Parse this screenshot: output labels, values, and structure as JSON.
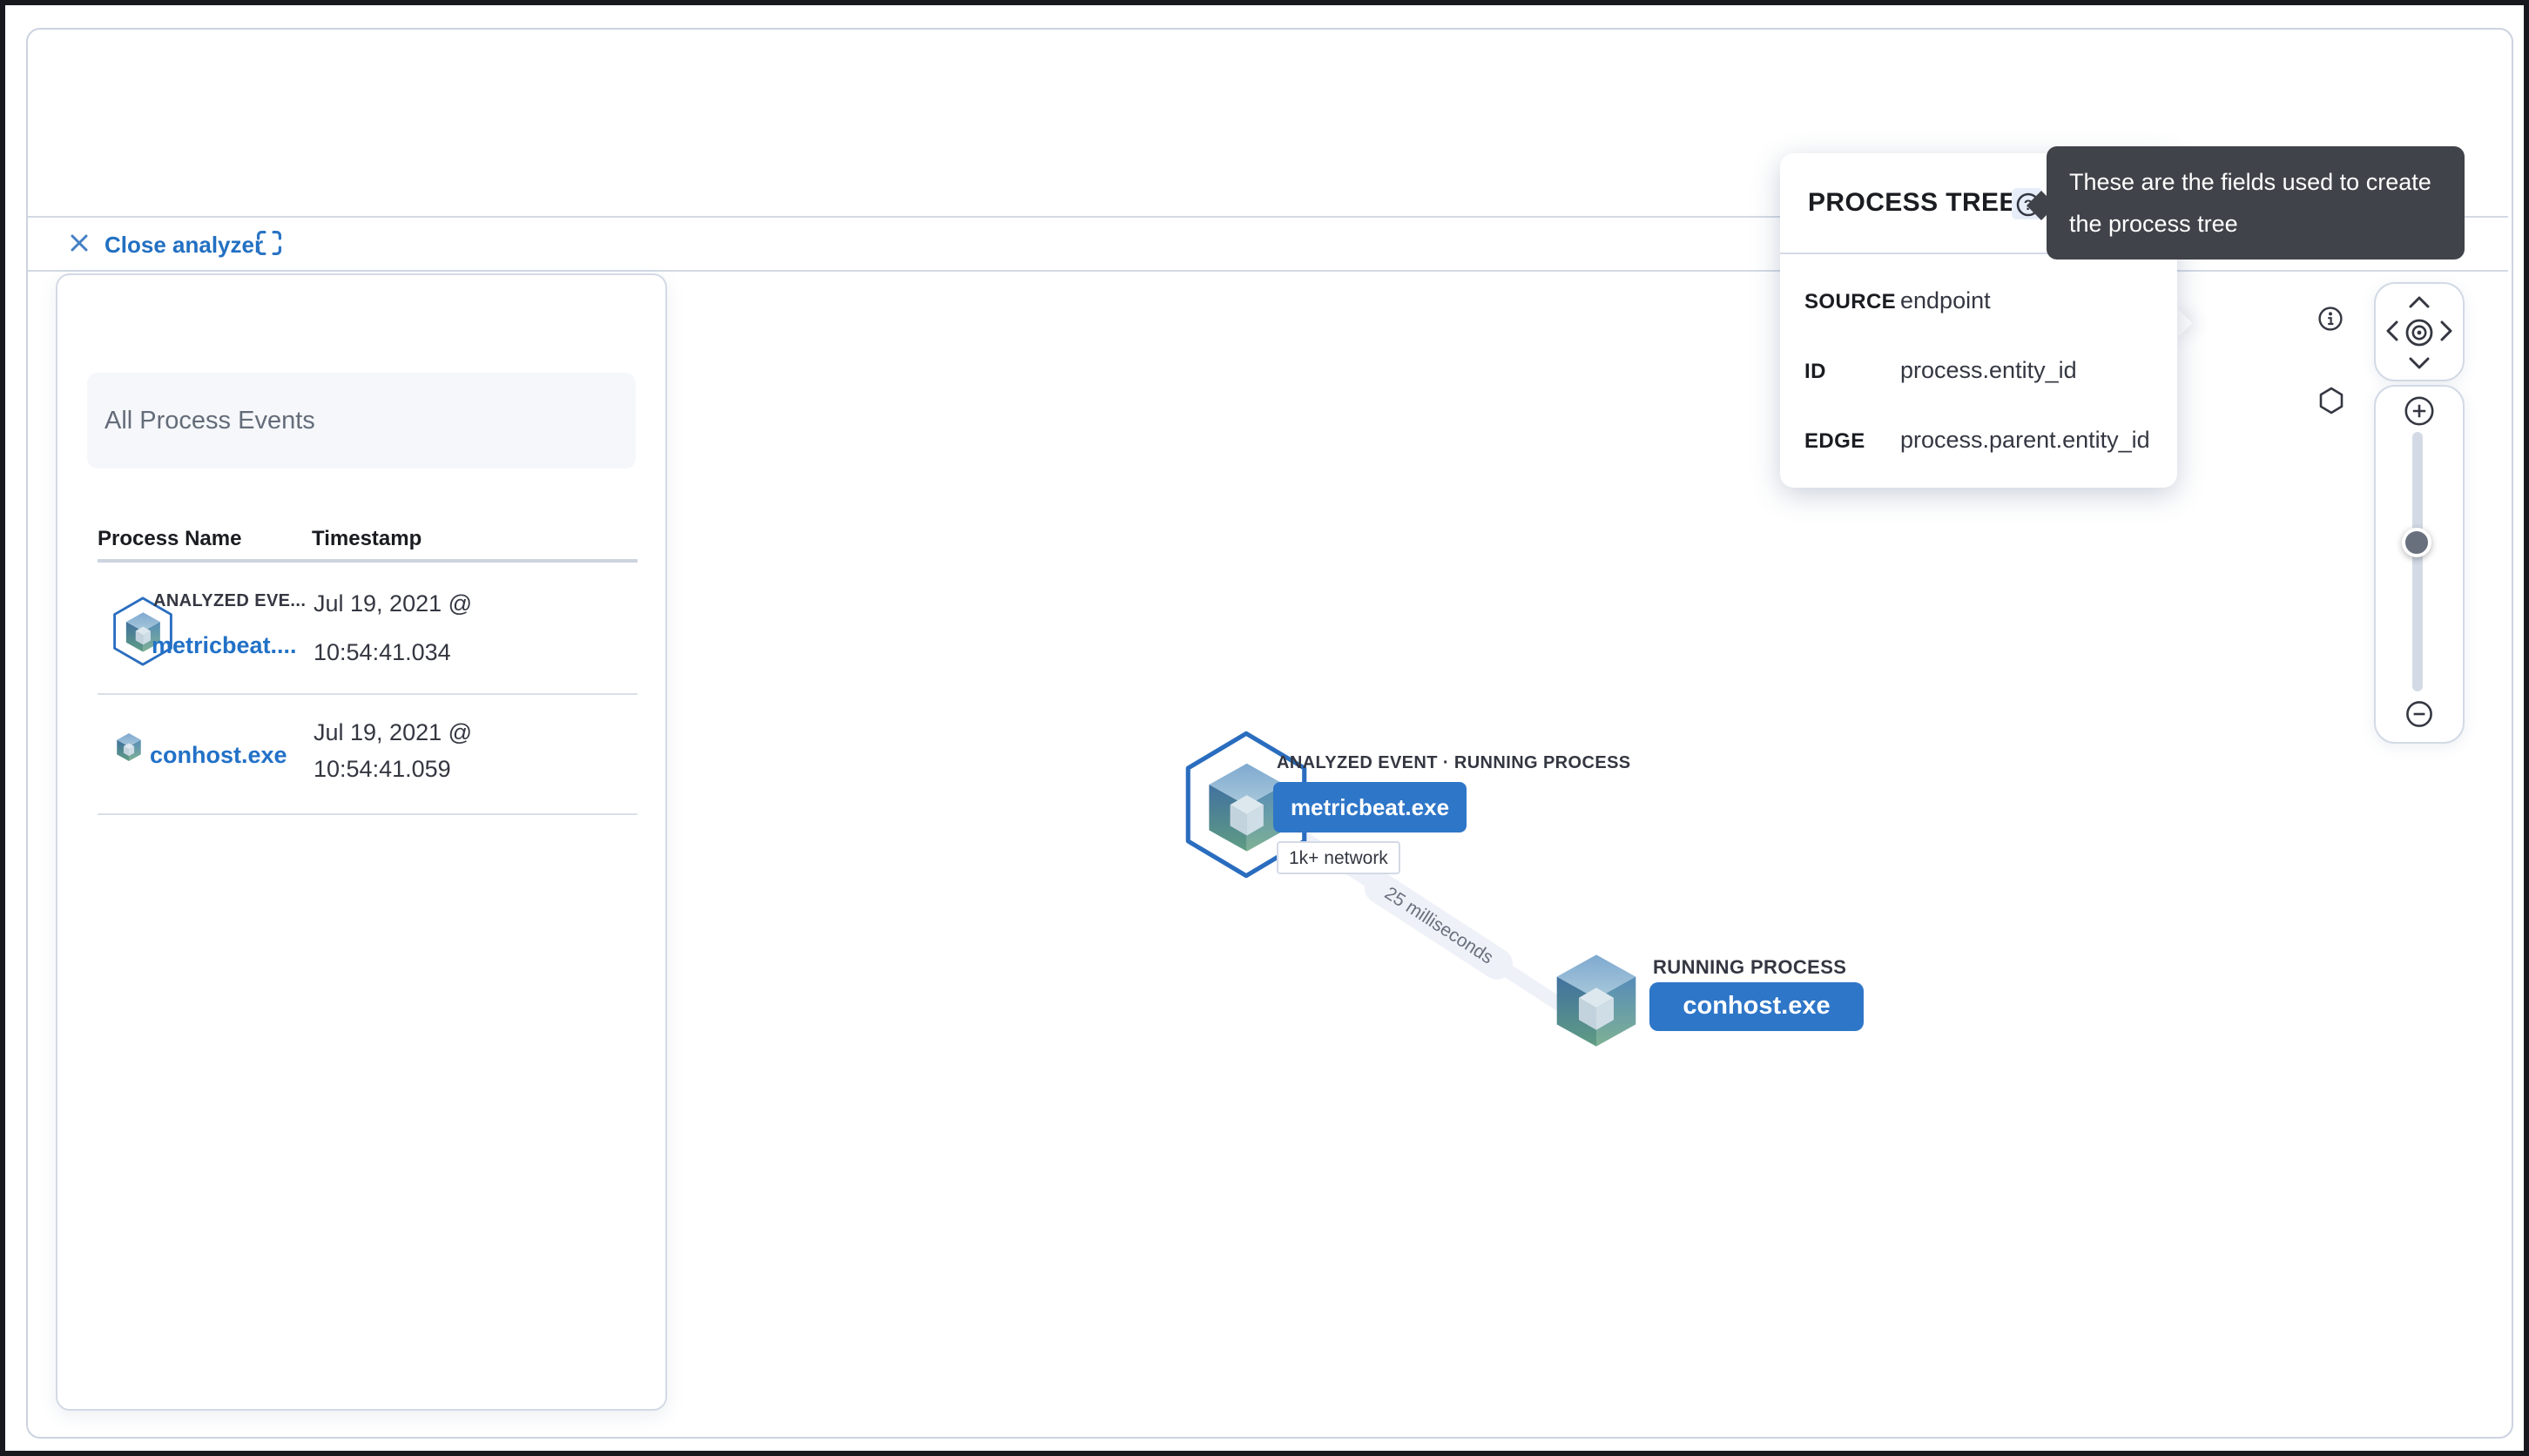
{
  "header": {
    "close_label": "Close analyzer"
  },
  "left_panel": {
    "title": "All Process Events",
    "columns": [
      "Process Name",
      "Timestamp"
    ],
    "rows": [
      {
        "tag": "ANALYZED EVE...",
        "name": "metricbeat....",
        "time1": "Jul 19, 2021 @",
        "time2": "10:54:41.034"
      },
      {
        "tag": "",
        "name": "conhost.exe",
        "time1": "Jul 19, 2021 @",
        "time2": "10:54:41.059"
      }
    ]
  },
  "popover": {
    "title": "PROCESS TREE",
    "rows": [
      {
        "label": "SOURCE",
        "value": "endpoint"
      },
      {
        "label": "ID",
        "value": "process.entity_id"
      },
      {
        "label": "EDGE",
        "value": "process.parent.entity_id"
      }
    ]
  },
  "tooltip": {
    "line1": "These are the fields used to create",
    "line2": "the process tree"
  },
  "graph": {
    "edge_label": "25 milliseconds",
    "nodes": [
      {
        "category": "ANALYZED EVENT · RUNNING PROCESS",
        "name": "metricbeat.exe",
        "pill": "1k+ network"
      },
      {
        "category": "RUNNING PROCESS",
        "name": "conhost.exe"
      }
    ]
  },
  "icons": [
    "close-icon",
    "fullscreen-icon",
    "question-in-circle-icon",
    "info-in-circle-icon",
    "hexagon-icon",
    "pan-up-icon",
    "pan-down-icon",
    "pan-left-icon",
    "pan-right-icon",
    "center-target-icon",
    "zoom-in-icon",
    "zoom-out-icon",
    "process-cube-icon"
  ],
  "colors": {
    "primary_button_blue": "#2e76c8",
    "link_blue": "#2271c7",
    "tooltip_bg": "#404349",
    "panel_border": "#d3dae6",
    "text_dark": "#343741",
    "edge_gray": "#eef1f7",
    "hexagon_stroke": "#2a6dbf"
  }
}
